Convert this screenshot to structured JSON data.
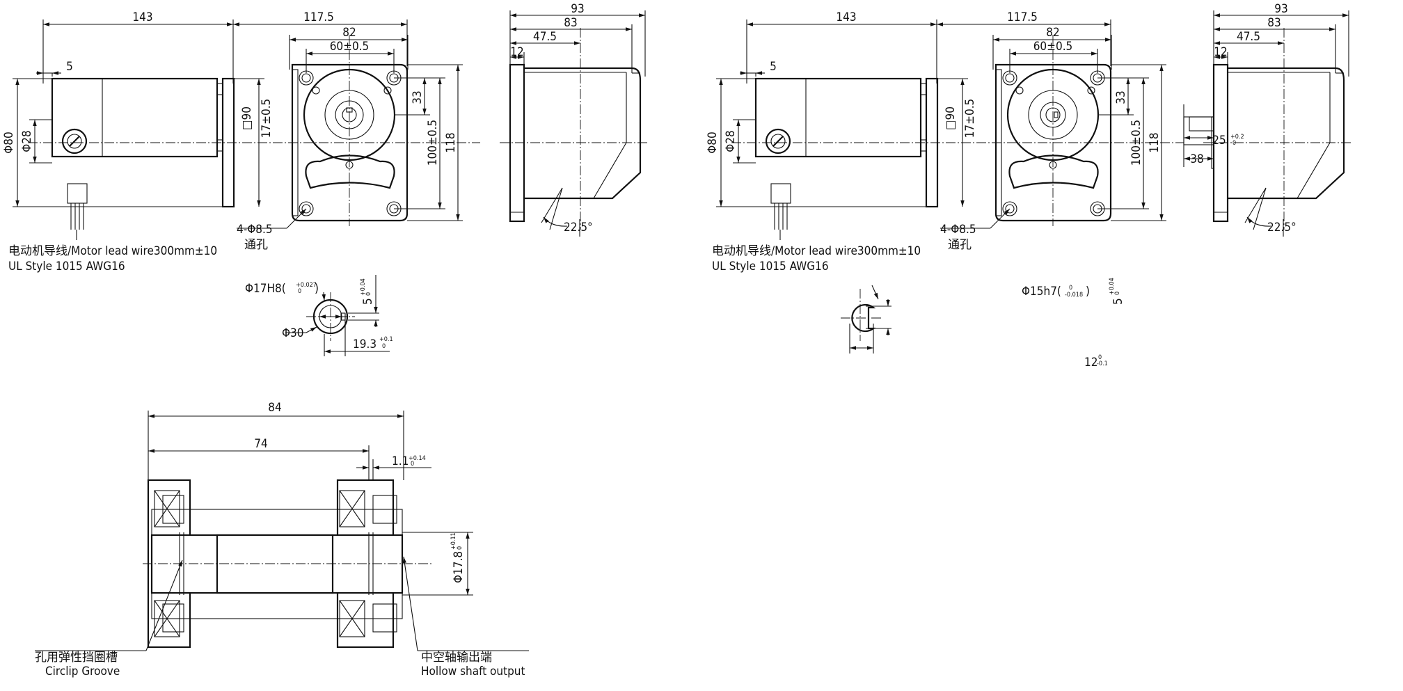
{
  "drawing_left": {
    "dims": {
      "motor_length": "143",
      "gearbox_length": "117.5",
      "pitch_82": "82",
      "pitch_60": "60±0.5",
      "offset_5": "5",
      "dia_80": "Φ80",
      "dia_28": "Φ28",
      "sq_90": "□90",
      "offset_17": "17±0.5",
      "offset_33": "33",
      "height_100": "100±0.5",
      "height_118": "118",
      "holes": "4-Φ8.5",
      "holes_cn": "通孔",
      "width_93": "93",
      "width_83": "83",
      "width_47": "47.5",
      "width_12": "12",
      "angle": "22.5°"
    },
    "lead_wire_cn_en": "电动机导线/Motor lead wire300mm±10",
    "lead_wire_ul": "UL Style 1015 AWG16",
    "bore": {
      "tol_label": "Φ17H8(",
      "tol_up": "+0.027",
      "tol_low": "0",
      "key_width": "5",
      "key_up": "+0.04",
      "key_low": "0",
      "outer_dia": "Φ30",
      "key_depth": "19.3",
      "depth_up": "+0.1",
      "depth_low": "0"
    }
  },
  "drawing_right": {
    "dims": {
      "motor_length": "143",
      "gearbox_length": "117.5",
      "pitch_82": "82",
      "pitch_60": "60±0.5",
      "offset_5": "5",
      "dia_80": "Φ80",
      "dia_28": "Φ28",
      "sq_90": "□90",
      "offset_17": "17±0.5",
      "offset_33": "33",
      "height_100": "100±0.5",
      "height_118": "118",
      "holes": "4-Φ8.5",
      "holes_cn": "通孔",
      "width_93": "93",
      "width_83": "83",
      "width_47": "47.5",
      "width_12": "12",
      "angle": "22.5°",
      "shaft_25": "25",
      "shaft_25_up": "+0.2",
      "shaft_25_low": "0",
      "shaft_38": "38"
    },
    "lead_wire_cn_en": "电动机导线/Motor lead wire300mm±10",
    "lead_wire_ul": "UL Style 1015 AWG16",
    "shaft": {
      "tol_label": "Φ15h7(",
      "tol_up": "0",
      "tol_low": "-0.018",
      "key_width": "5",
      "key_up": "+0.04",
      "key_low": "0",
      "key_depth": "12",
      "depth_up": "0",
      "depth_low": "-0.1"
    }
  },
  "section": {
    "overall": "84",
    "inner": "74",
    "groove": "1.1",
    "groove_up": "+0.14",
    "groove_low": "0",
    "groove_dia": "Φ17.8",
    "groove_dia_up": "+0.11",
    "groove_dia_low": "0",
    "circlip_cn": "孔用弹性挡圈槽",
    "circlip_en": "Circlip Groove",
    "hollow_cn": "中空轴输出端",
    "hollow_en": "Hollow shaft output"
  }
}
